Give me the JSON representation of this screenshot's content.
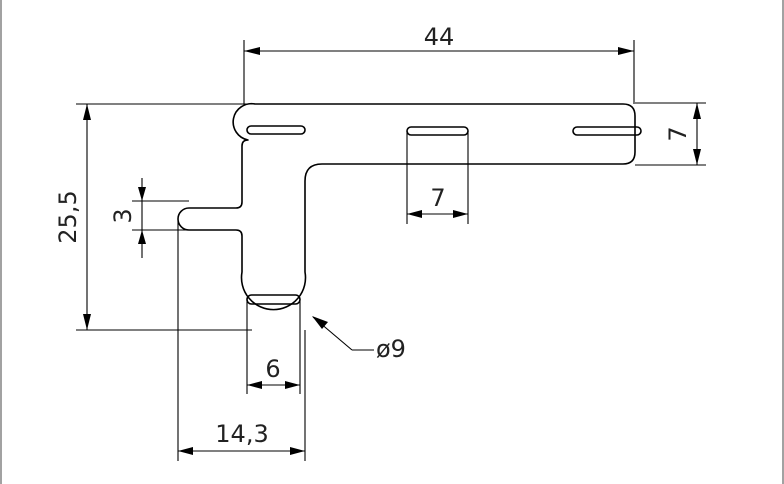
{
  "dimensions": {
    "width_overall": "44",
    "height_overall": "25,5",
    "flange_thickness": "7",
    "slot_width_top": "7",
    "stem_groove": "3",
    "bulb_diameter": "ø9",
    "bottom_slot_width": "6",
    "stem_offset": "14,3"
  }
}
